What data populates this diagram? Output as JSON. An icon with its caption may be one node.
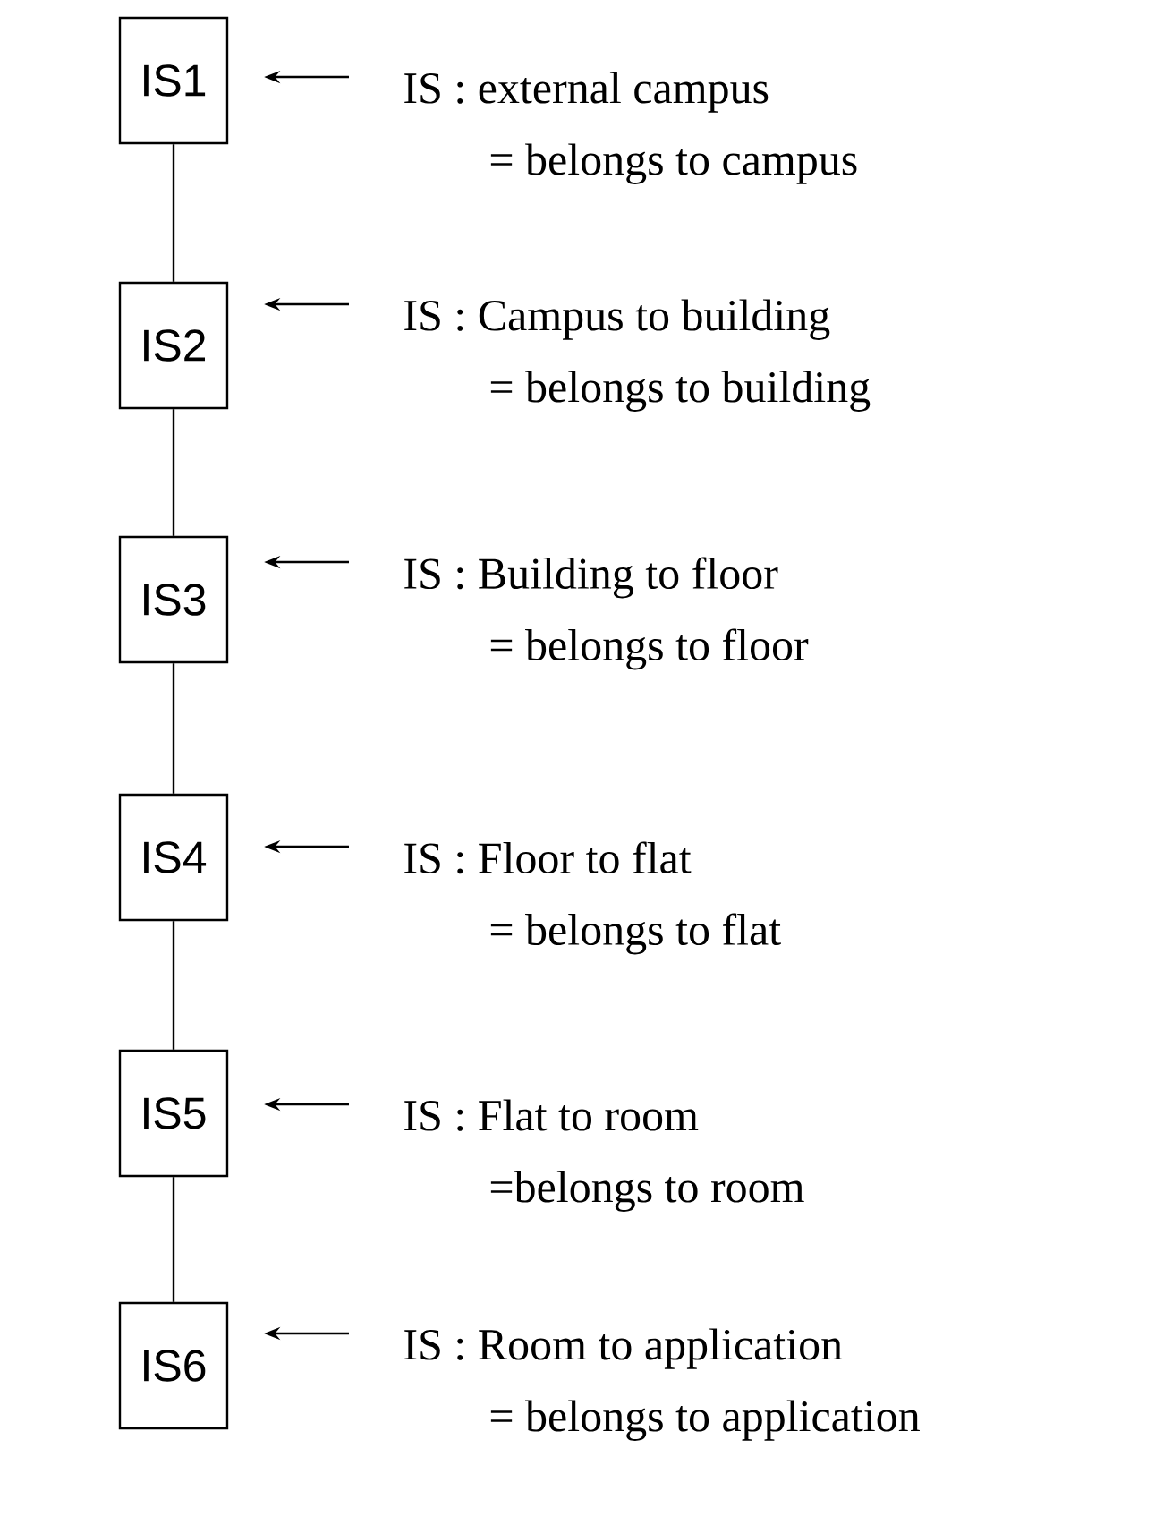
{
  "diagram": {
    "nodes": [
      {
        "text": [
          "IS1"
        ]
      },
      {
        "text": [
          "IS : external campus",
          "= belongs to campus"
        ]
      },
      {
        "text": [
          "IS2"
        ]
      },
      {
        "text": [
          "IS : Campus to building",
          "= belongs to building"
        ]
      },
      {
        "text": [
          "IS3"
        ]
      },
      {
        "text": [
          "IS : Building to floor",
          "= belongs to floor"
        ]
      },
      {
        "text": [
          "IS4"
        ]
      },
      {
        "text": [
          "IS : Floor to flat",
          "= belongs to flat"
        ]
      },
      {
        "text": [
          "IS5"
        ]
      },
      {
        "text": [
          "IS : Flat to room",
          "=belongs to room"
        ]
      },
      {
        "text": [
          "IS6"
        ]
      },
      {
        "text": [
          "IS : Room to application",
          "= belongs to application"
        ]
      }
    ],
    "edges": [
      {
        "from": 0,
        "to": 2,
        "arrow": "none"
      },
      {
        "from": 2,
        "to": 4,
        "arrow": "none"
      },
      {
        "from": 4,
        "to": 6,
        "arrow": "none"
      },
      {
        "from": 6,
        "to": 8,
        "arrow": "none"
      },
      {
        "from": 8,
        "to": 10,
        "arrow": "none"
      },
      {
        "from": 1,
        "to": 0,
        "arrow": "to"
      },
      {
        "from": 3,
        "to": 2,
        "arrow": "to"
      },
      {
        "from": 5,
        "to": 4,
        "arrow": "to"
      },
      {
        "from": 7,
        "to": 6,
        "arrow": "to"
      },
      {
        "from": 9,
        "to": 8,
        "arrow": "to"
      },
      {
        "from": 11,
        "to": 10,
        "arrow": "to"
      }
    ]
  }
}
